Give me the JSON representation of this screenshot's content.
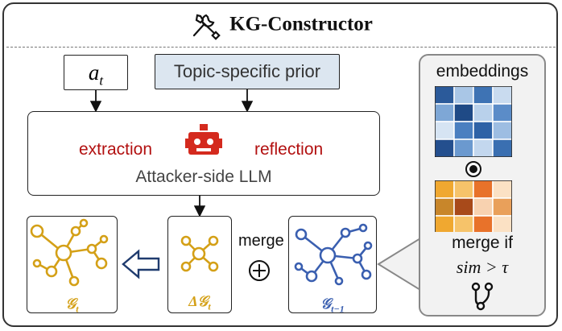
{
  "title": "KG-Constructor",
  "input_a": "a",
  "input_a_sub": "t",
  "prior": "Topic-specific prior",
  "extraction": "extraction",
  "reflection": "reflection",
  "llm_label": "Attacker-side LLM",
  "merge_label": "merge",
  "graph_current": {
    "symbol": "𝒢",
    "sub": "t"
  },
  "graph_delta": {
    "symbol": "Δ𝒢",
    "sub": "t"
  },
  "graph_prev": {
    "symbol": "𝒢",
    "sub": "t−1"
  },
  "embeddings_label": "embeddings",
  "merge_if": "merge if",
  "sim_condition": "sim > τ",
  "colors": {
    "orange": "#d4a017",
    "blue": "#3a5fb0",
    "red": "#b21010",
    "prior_bg": "#dce6f0"
  },
  "icons": [
    "tools-icon",
    "robot-icon",
    "merge-icon",
    "dot-product-icon",
    "left-arrow-icon",
    "plus-circle-icon"
  ]
}
